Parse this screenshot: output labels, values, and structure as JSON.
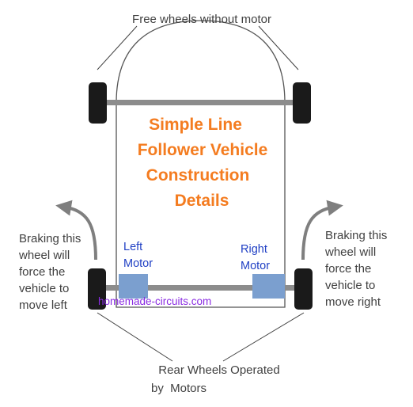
{
  "labels": {
    "top_caption": "Free wheels without motor",
    "title": [
      "Simple Line",
      "Follower Vehicle",
      "Construction",
      "Details"
    ],
    "left_note": [
      "Braking this",
      "wheel will",
      "force the",
      "vehicle to",
      "move left"
    ],
    "right_note": [
      "Braking this",
      "wheel will",
      "force the",
      "vehicle to",
      "move right"
    ],
    "left_motor": [
      "Left",
      "Motor"
    ],
    "right_motor": [
      "Right",
      "Motor"
    ],
    "bottom_caption": [
      "Rear Wheels Operated",
      "by  Motors"
    ],
    "watermark": "homemade-circuits.com"
  },
  "colors": {
    "title": "#f47c20",
    "motor_label": "#1f3fc4",
    "motor_block": "#7b9fcf",
    "axle": "#8c8c8c",
    "wheel": "#1a1a1a",
    "arrow": "#7f7f7f",
    "watermark": "#8a2be2"
  }
}
